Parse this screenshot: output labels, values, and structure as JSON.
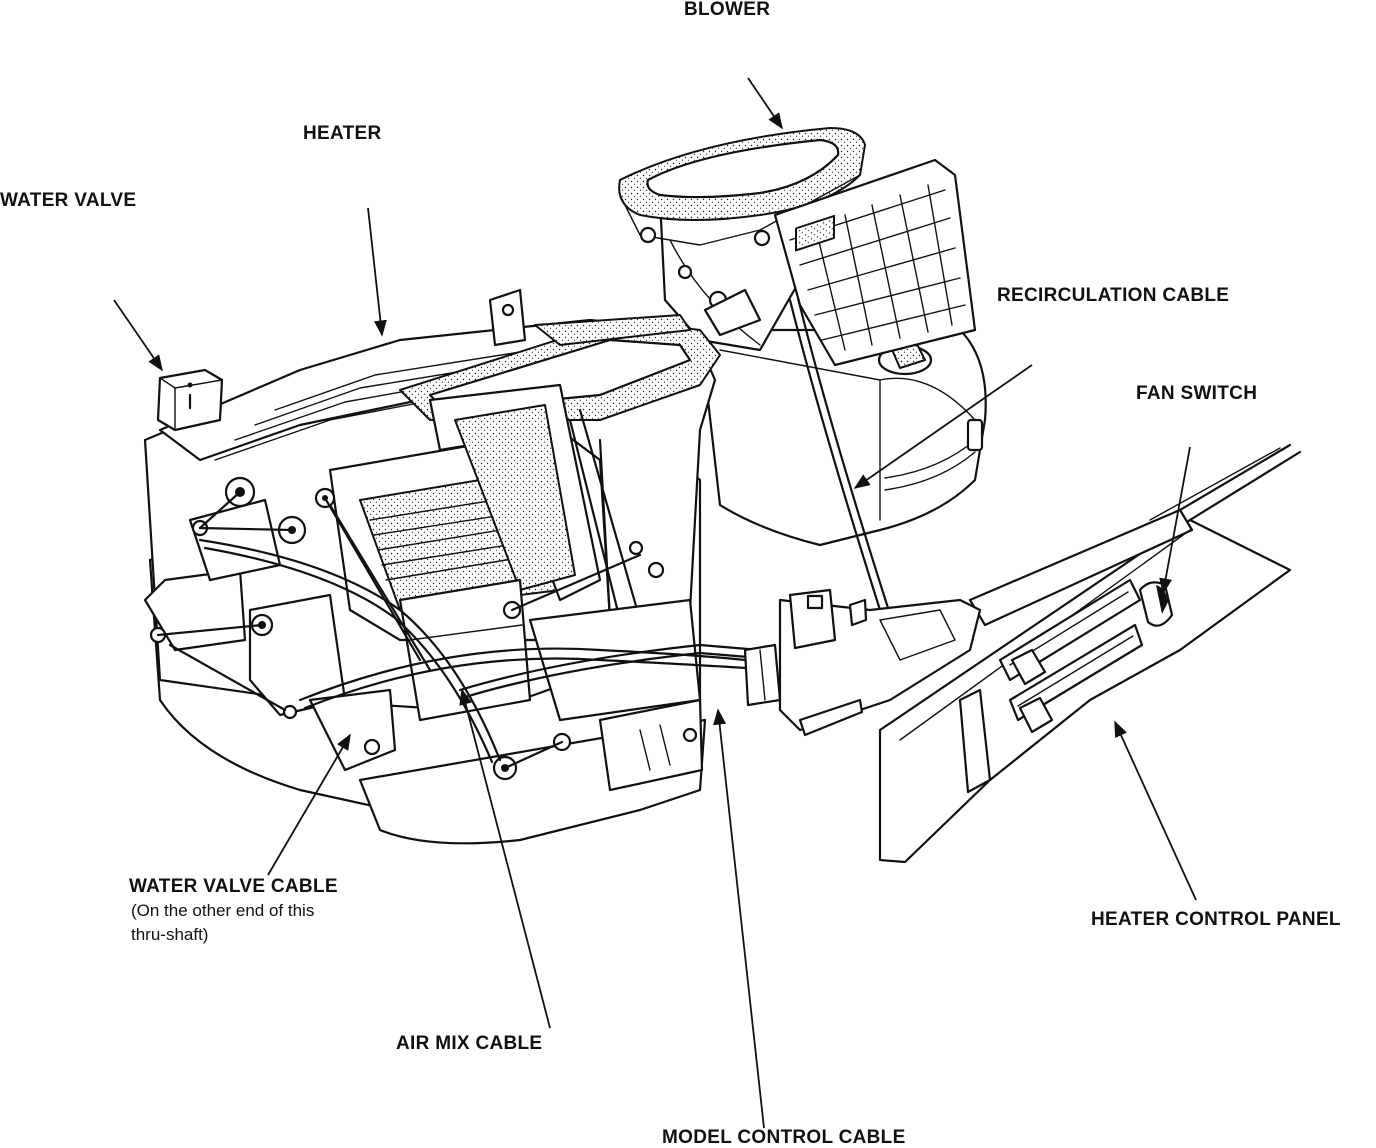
{
  "labels": {
    "blower": "BLOWER",
    "heater": "HEATER",
    "water_valve": "WATER VALVE",
    "recirculation_cable": "RECIRCULATION CABLE",
    "fan_switch": "FAN SWITCH",
    "water_valve_cable": "WATER VALVE CABLE",
    "water_valve_cable_note_1": "(On the other end of this",
    "water_valve_cable_note_2": "thru-shaft)",
    "heater_control_panel": "HEATER CONTROL PANEL",
    "air_mix_cable": "AIR MIX CABLE",
    "model_control_cable": "MODEL CONTROL CABLE"
  }
}
